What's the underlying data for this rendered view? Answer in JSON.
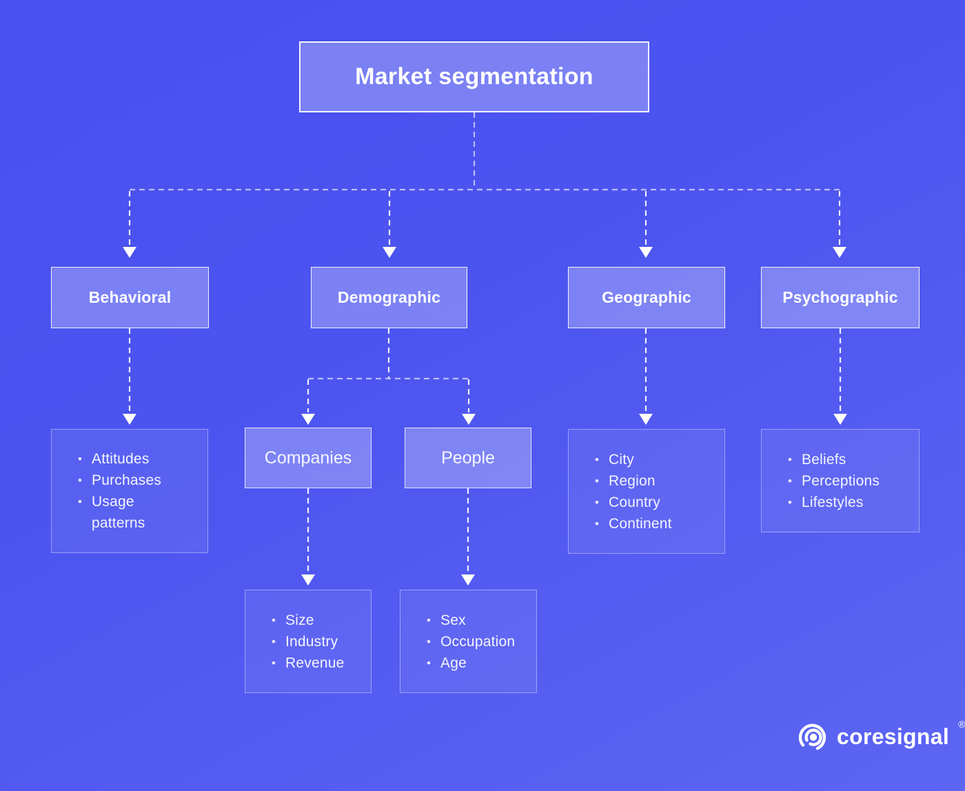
{
  "title": {
    "label": "Market segmentation"
  },
  "branches": [
    {
      "label": "Behavioral",
      "items": [
        "Attitudes",
        "Purchases",
        "Usage patterns"
      ]
    },
    {
      "label": "Demographic",
      "items": []
    },
    {
      "label": "Geographic",
      "items": [
        "City",
        "Region",
        "Country",
        "Continent"
      ]
    },
    {
      "label": "Psychographic",
      "items": [
        "Beliefs",
        "Perceptions",
        "Lifestyles"
      ]
    }
  ],
  "demographic_children": [
    {
      "label": "Companies",
      "items": [
        "Size",
        "Industry",
        "Revenue"
      ]
    },
    {
      "label": "People",
      "items": [
        "Sex",
        "Occupation",
        "Age"
      ]
    }
  ],
  "branding": {
    "logo_text": "coresignal",
    "registered_mark": "®",
    "icon": "coresignal-spiral-icon"
  },
  "colors": {
    "background_top": "#4950ee",
    "background_bottom": "#5d65f3",
    "node_fill": "#7d87f0",
    "node_border": "#f0f2fd",
    "list_box_border": "rgba(255,255,255,0.38)",
    "connector": "#ffffff",
    "text": "#ffffff"
  }
}
